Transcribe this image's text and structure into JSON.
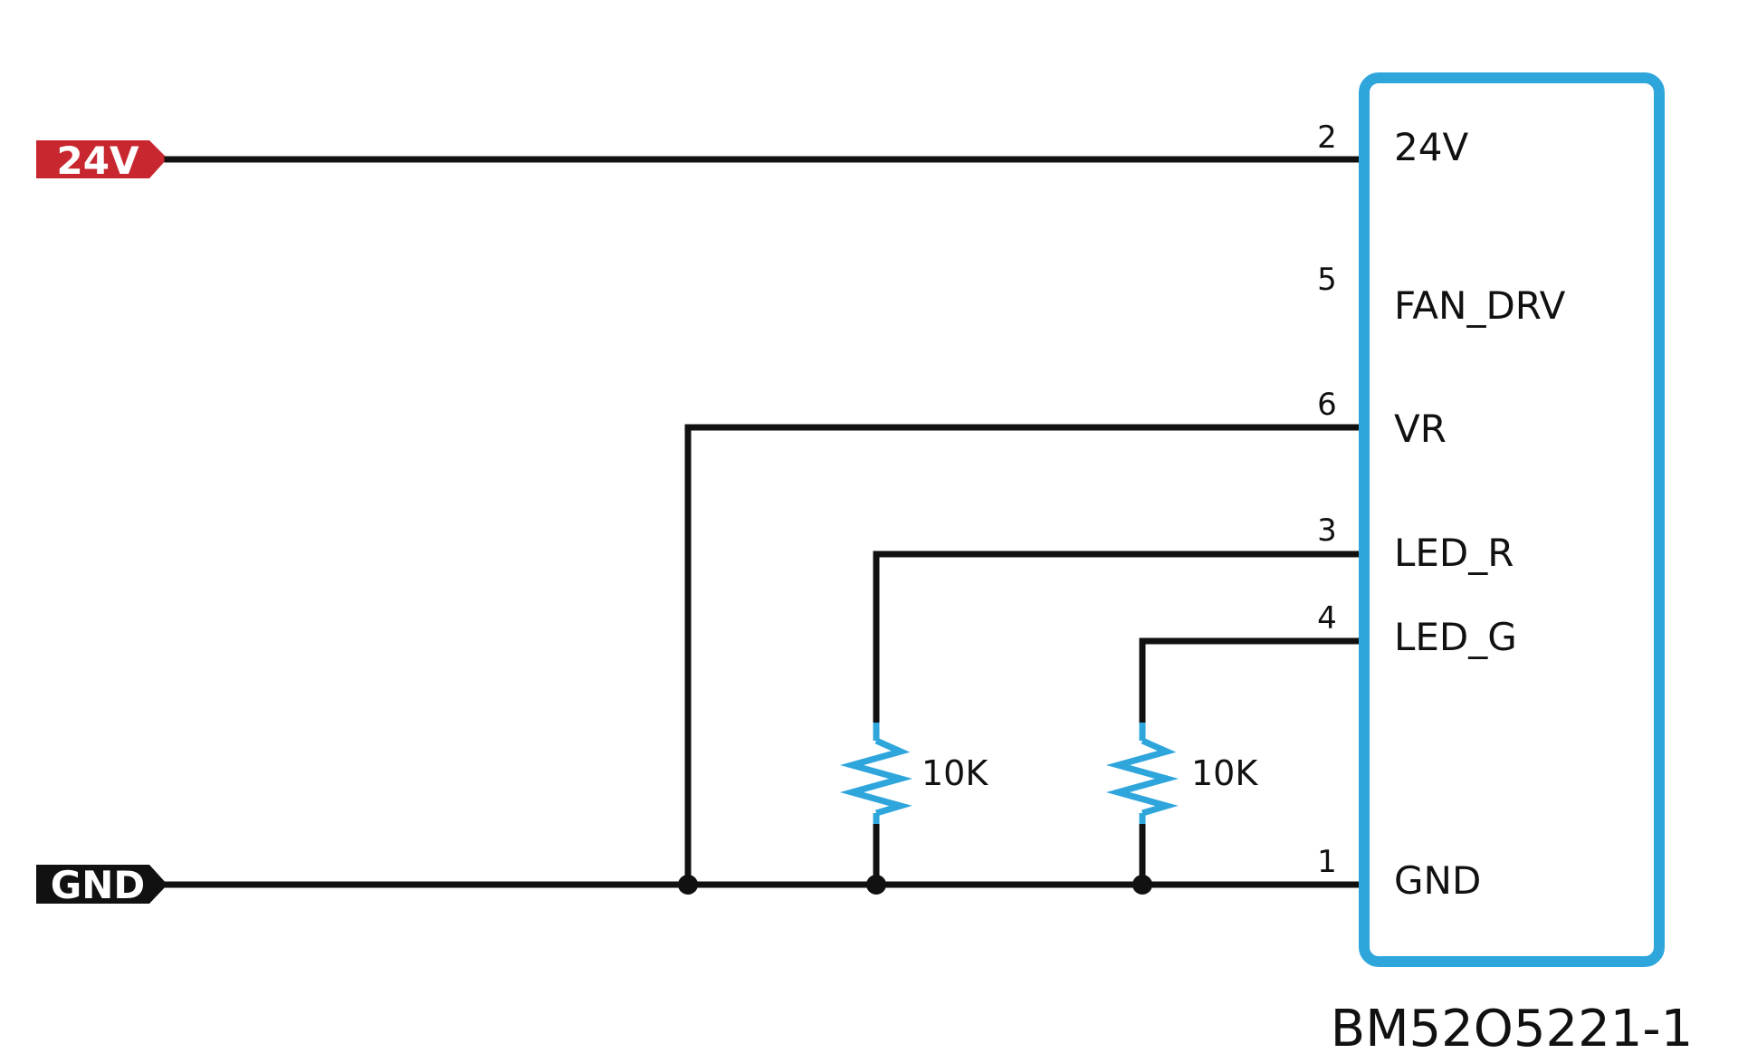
{
  "colors": {
    "wire": "#111111",
    "component": "#2ea6dc",
    "port_24v": "#c8272f",
    "port_gnd": "#111111"
  },
  "ports": {
    "power": {
      "label": "24V"
    },
    "ground": {
      "label": "GND"
    }
  },
  "ic": {
    "part_name": "BM52O5221-1",
    "pins": [
      {
        "number": "2",
        "name": "24V"
      },
      {
        "number": "5",
        "name": "FAN_DRV"
      },
      {
        "number": "6",
        "name": "VR"
      },
      {
        "number": "3",
        "name": "LED_R"
      },
      {
        "number": "4",
        "name": "LED_G"
      },
      {
        "number": "1",
        "name": "GND"
      }
    ]
  },
  "resistors": [
    {
      "value": "10K"
    },
    {
      "value": "10K"
    }
  ]
}
